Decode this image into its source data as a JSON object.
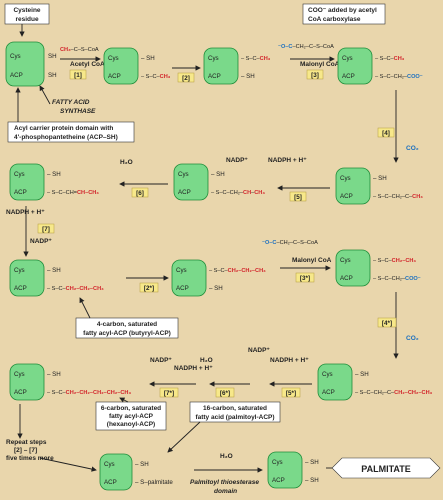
{
  "callouts": {
    "cysteine": [
      "Cysteine",
      "residue"
    ],
    "synthase": [
      "FATTY ACID",
      "SYNTHASE"
    ],
    "acp_domain": [
      "Acyl carrier protein domain with",
      "4'-phosphopantetheine (ACP–SH)"
    ],
    "coo_added": [
      "COO⁻ added by acetyl",
      "CoA carboxylase"
    ],
    "butyryl": [
      "4-carbon, saturated",
      "fatty acyl-ACP (butyryl-ACP)"
    ],
    "hexanoyl": [
      "6-carbon, saturated",
      "fatty acyl-ACP",
      "(hexanoyl-ACP)"
    ],
    "palmitoyl": [
      "16-carbon, saturated",
      "fatty acid (palmitoyl-ACP)"
    ],
    "repeat": [
      "Repeat steps",
      "[2] – [7]",
      "five times more"
    ],
    "thioesterase": [
      "Palmitoyl thioesterase",
      "domain"
    ]
  },
  "enzyme": {
    "cys": "Cys",
    "acp": "ACP",
    "sh": "SH",
    "s": "S"
  },
  "reagents": {
    "acetyl_coa": "Acetyl CoA",
    "malonyl_coa": "Malonyl CoA",
    "co2": "CO₂",
    "h2o": "H₂O",
    "nadph": "NADPH + H⁺",
    "nadp": "NADP⁺",
    "palmitate_label": "ACP–S–palmitate",
    "palmitate": "PALMITATE"
  },
  "steps": [
    "[1]",
    "[2]",
    "[3]",
    "[4]",
    "[5]",
    "[6]",
    "[7]",
    "[2*]",
    "[3*]",
    "[4*]",
    "[5*]",
    "[6*]",
    "[7*]"
  ],
  "colors": {
    "background": "#e9d6ac",
    "enzyme": "#7ad98a",
    "red": "#d2232a",
    "blue": "#1a6fc0",
    "step_box": "#f7e88a"
  }
}
